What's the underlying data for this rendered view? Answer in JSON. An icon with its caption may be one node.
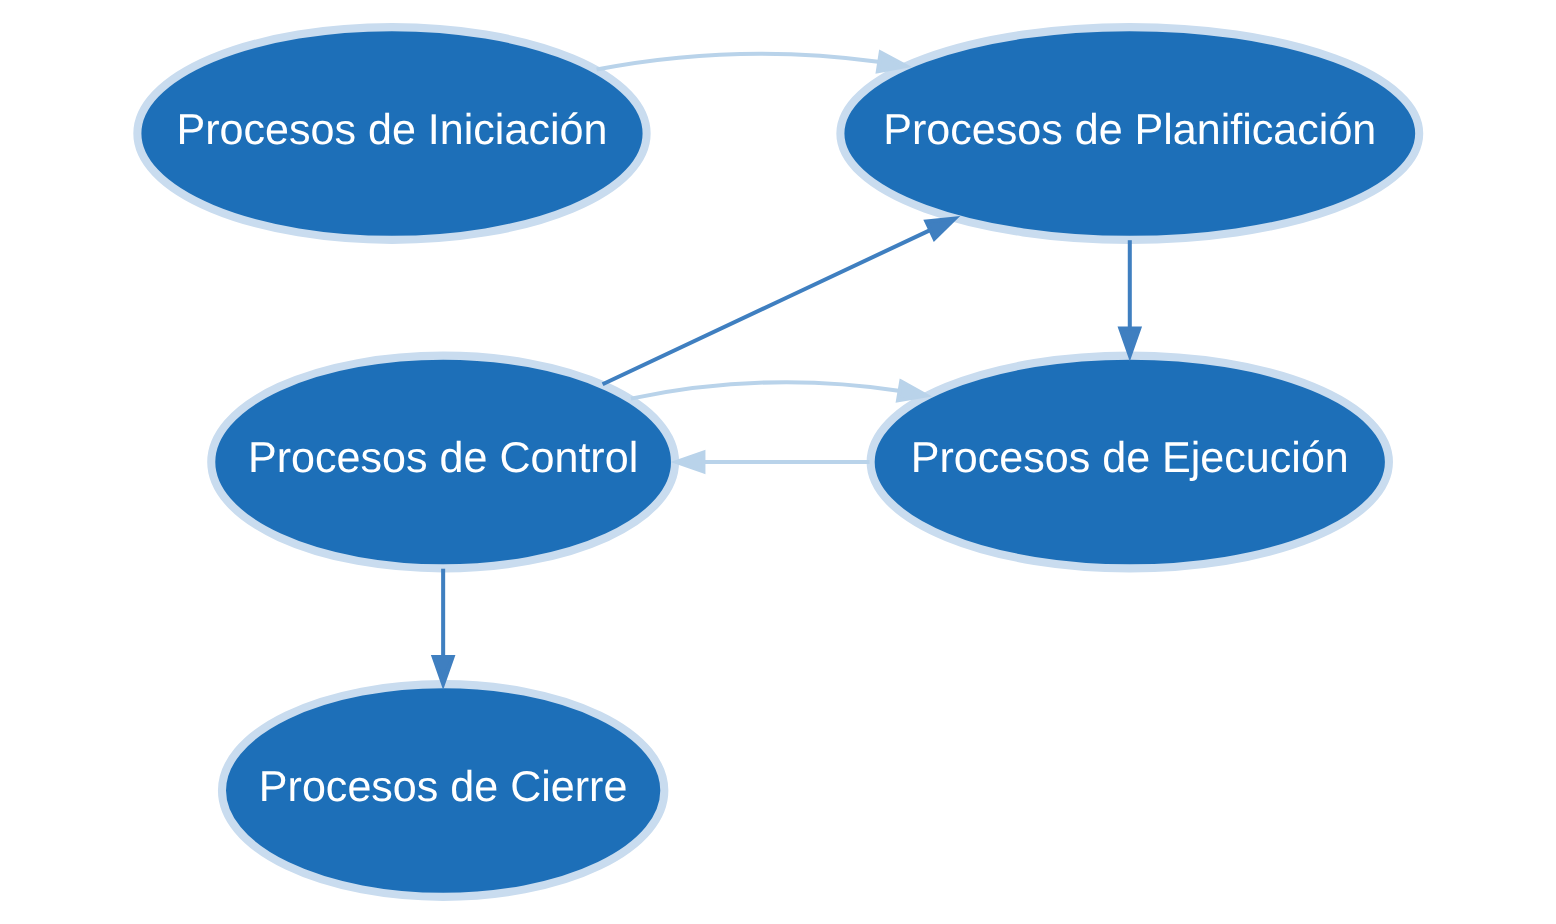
{
  "diagram": {
    "nodes": [
      {
        "text": [
          "Procesos de Iniciación"
        ]
      },
      {
        "text": [
          "Procesos de Planificación"
        ]
      },
      {
        "text": [
          "Procesos de Control"
        ]
      },
      {
        "text": [
          "Procesos de Ejecución"
        ]
      },
      {
        "text": [
          "Procesos de Cierre"
        ]
      }
    ],
    "edges": [
      {
        "from": 0,
        "to": 1,
        "arrow": "to",
        "color": "#b9d3ea"
      },
      {
        "from": 1,
        "to": 3,
        "arrow": "to",
        "color": "#3f7fc0"
      },
      {
        "from": 3,
        "to": 2,
        "arrow": "to",
        "color": "#b9d3ea"
      },
      {
        "from": 2,
        "to": 3,
        "arrow": "to",
        "color": "#b9d3ea"
      },
      {
        "from": 2,
        "to": 1,
        "arrow": "to",
        "color": "#3f7fc0"
      },
      {
        "from": 2,
        "to": 4,
        "arrow": "to",
        "color": "#3f7fc0"
      }
    ]
  }
}
